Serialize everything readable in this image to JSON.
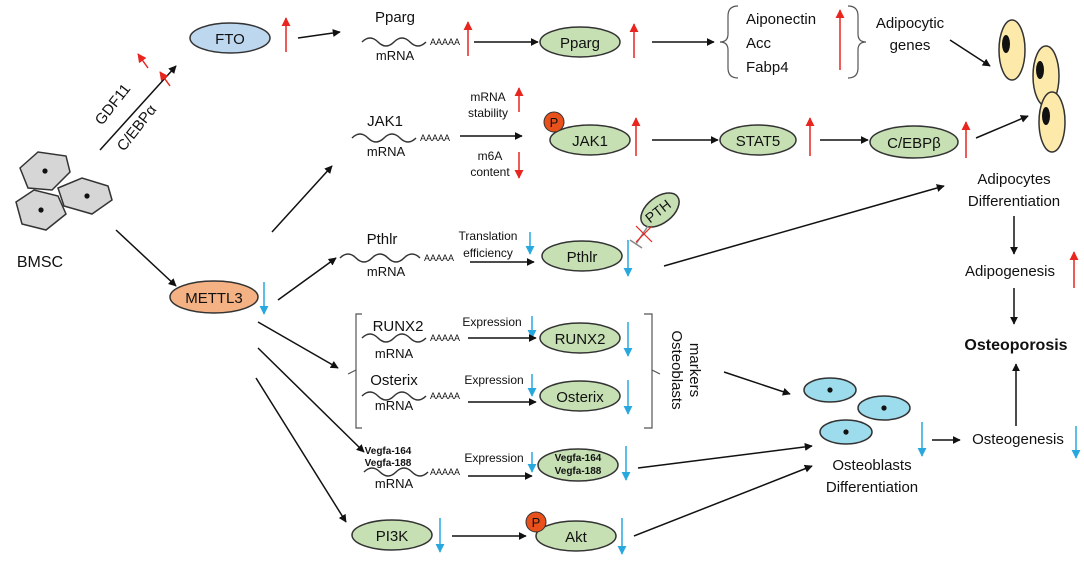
{
  "cells": {
    "bmsc": "BMSC"
  },
  "upstream": {
    "gdf11": "GDF11",
    "cebpa": "C/EBPα"
  },
  "nodes": {
    "fto": "FTO",
    "mettl3": "METTL3",
    "pparg": "Pparg",
    "jak1": "JAK1",
    "stat5": "STAT5",
    "cebpb": "C/EBPβ",
    "pthlr": "Pthlr",
    "pth": "PTH",
    "runx2": "RUNX2",
    "osterix": "Osterix",
    "vegfa164": "Vegfa-164",
    "vegfa188": "Vegfa-188",
    "pi3k": "PI3K",
    "akt": "Akt",
    "phospho": "P"
  },
  "mrna": {
    "label": "mrna",
    "caption": "mRNA",
    "tail": "AAAAA",
    "pparg": "Pparg",
    "jak1": "JAK1",
    "pthlr": "Pthlr",
    "runx2": "RUNX2",
    "osterix": "Osterix",
    "vegfa164": "Vegfa-164",
    "vegfa188": "Vegfa-188"
  },
  "annotations": {
    "mrna_stability": [
      "mRNA",
      "stability"
    ],
    "m6a_content": [
      "m6A",
      "content"
    ],
    "translation_efficiency": [
      "Translation",
      "efficiency"
    ],
    "expression": "Expression"
  },
  "genes": {
    "list": [
      "Aiponectin",
      "Acc",
      "Fabp4"
    ],
    "adipocytic": [
      "Adipocytic",
      "genes"
    ]
  },
  "osteo_markers": [
    "Osteoblasts",
    "markers"
  ],
  "outcomes": {
    "adipocytes_diff": [
      "Adipocytes",
      "Differentiation"
    ],
    "adipogenesis": "Adipogenesis",
    "osteoporosis": "Osteoporosis",
    "osteogenesis": "Osteogenesis",
    "osteoblasts_diff": [
      "Osteoblasts",
      "Differentiation"
    ]
  },
  "colors": {
    "up": "#e8261f",
    "down": "#29a8e0",
    "green_node": "#c6e0b4",
    "blue_node": "#bdd7ee",
    "orange_node": "#f4b183",
    "phospho": "#e8501c",
    "adipocyte": "#fde9a9",
    "osteoblast": "#9ddcec",
    "bmsc_cell": "#d6d6d6"
  },
  "icons": [
    "up-arrow-icon",
    "down-arrow-icon",
    "phospho-icon",
    "inhibition-cross-icon"
  ]
}
